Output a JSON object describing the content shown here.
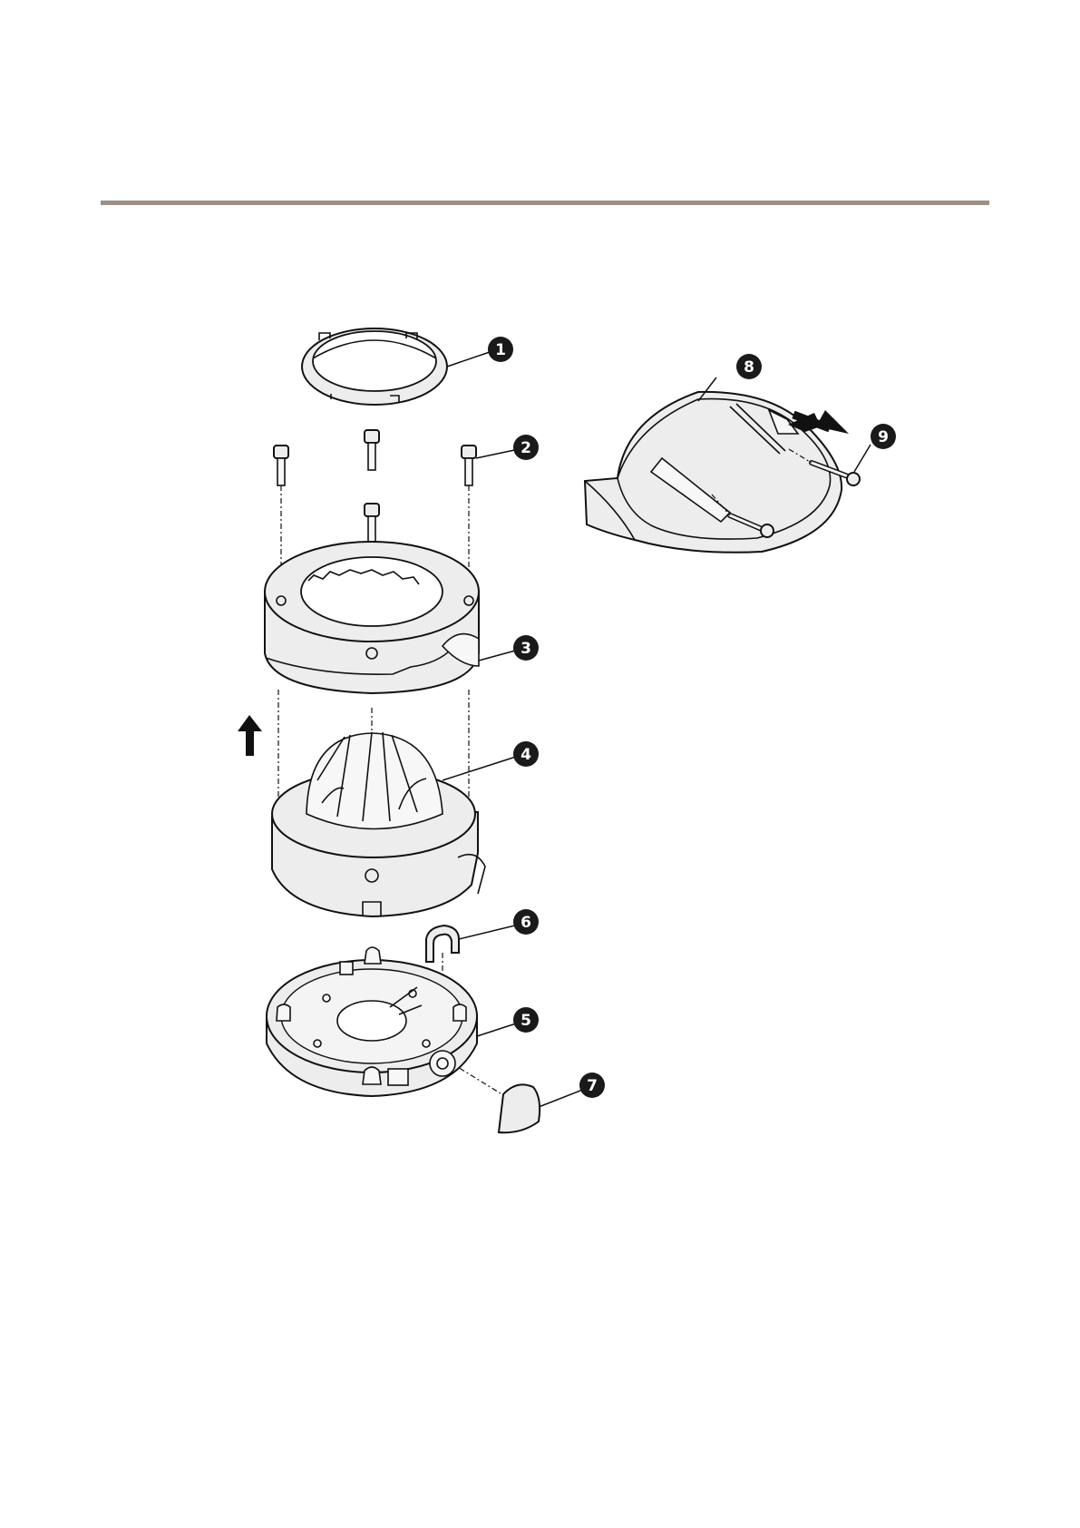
{
  "colors": {
    "header_rule": "#9e8f82",
    "callout_fill": "#1a1a1a",
    "callout_text": "#ffffff",
    "part_fill": "#ededed",
    "outline": "#111111"
  },
  "callouts": [
    {
      "id": "1",
      "label": "1"
    },
    {
      "id": "2",
      "label": "2"
    },
    {
      "id": "3",
      "label": "3"
    },
    {
      "id": "4",
      "label": "4"
    },
    {
      "id": "5",
      "label": "5"
    },
    {
      "id": "6",
      "label": "6"
    },
    {
      "id": "7",
      "label": "7"
    },
    {
      "id": "8",
      "label": "8"
    },
    {
      "id": "9",
      "label": "9"
    }
  ],
  "icons": [
    "arrow-up-icon",
    "arrow-down-right-icon"
  ]
}
